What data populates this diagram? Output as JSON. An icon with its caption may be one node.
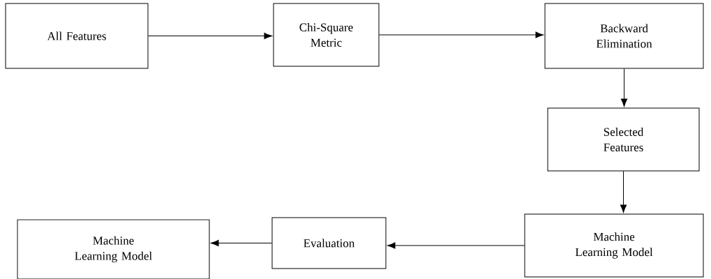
{
  "diagram": {
    "nodes": [
      {
        "text": [
          "All Features"
        ]
      },
      {
        "text": [
          "Chi-Square Metric"
        ]
      },
      {
        "text": [
          "Backward Elimination"
        ]
      },
      {
        "text": [
          "Selected Features"
        ]
      },
      {
        "text": [
          "Machine Learning Model"
        ]
      },
      {
        "text": [
          "Evaluation"
        ]
      },
      {
        "text": [
          "Machine Learning Model"
        ]
      }
    ],
    "edges": [
      {
        "from": 0,
        "to": 1,
        "arrow": "to"
      },
      {
        "from": 1,
        "to": 2,
        "arrow": "to"
      },
      {
        "from": 2,
        "to": 3,
        "arrow": "to"
      },
      {
        "from": 3,
        "to": 4,
        "arrow": "to"
      },
      {
        "from": 4,
        "to": 5,
        "arrow": "to"
      },
      {
        "from": 5,
        "to": 6,
        "arrow": "to"
      }
    ]
  }
}
